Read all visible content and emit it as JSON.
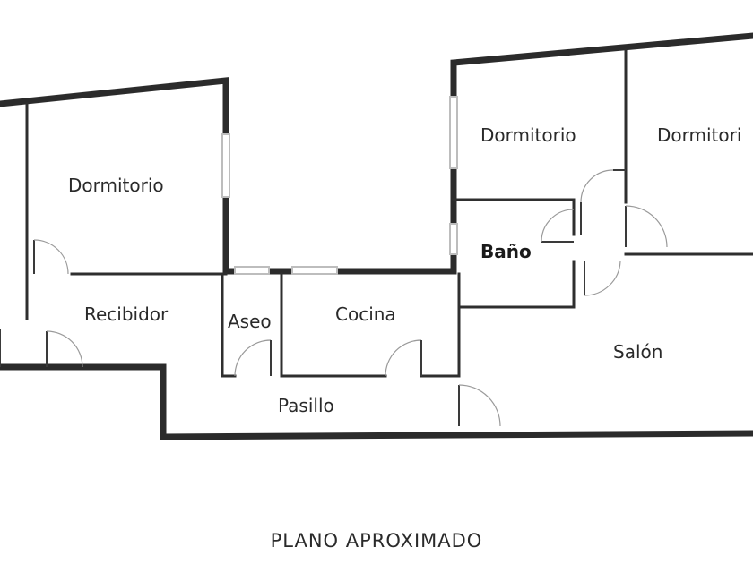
{
  "rooms": {
    "dormitorio_1": "Dormitorio",
    "dormitorio_2": "Dormitorio",
    "dormitorio_3": "Dormitori",
    "recibidor": "Recibidor",
    "aseo": "Aseo",
    "cocina": "Cocina",
    "bano": "Baño",
    "salon": "Salón",
    "pasillo": "Pasillo"
  },
  "caption": "PLANO APROXIMADO",
  "colors": {
    "wall": "#2b2b2b",
    "background": "#ffffff"
  }
}
